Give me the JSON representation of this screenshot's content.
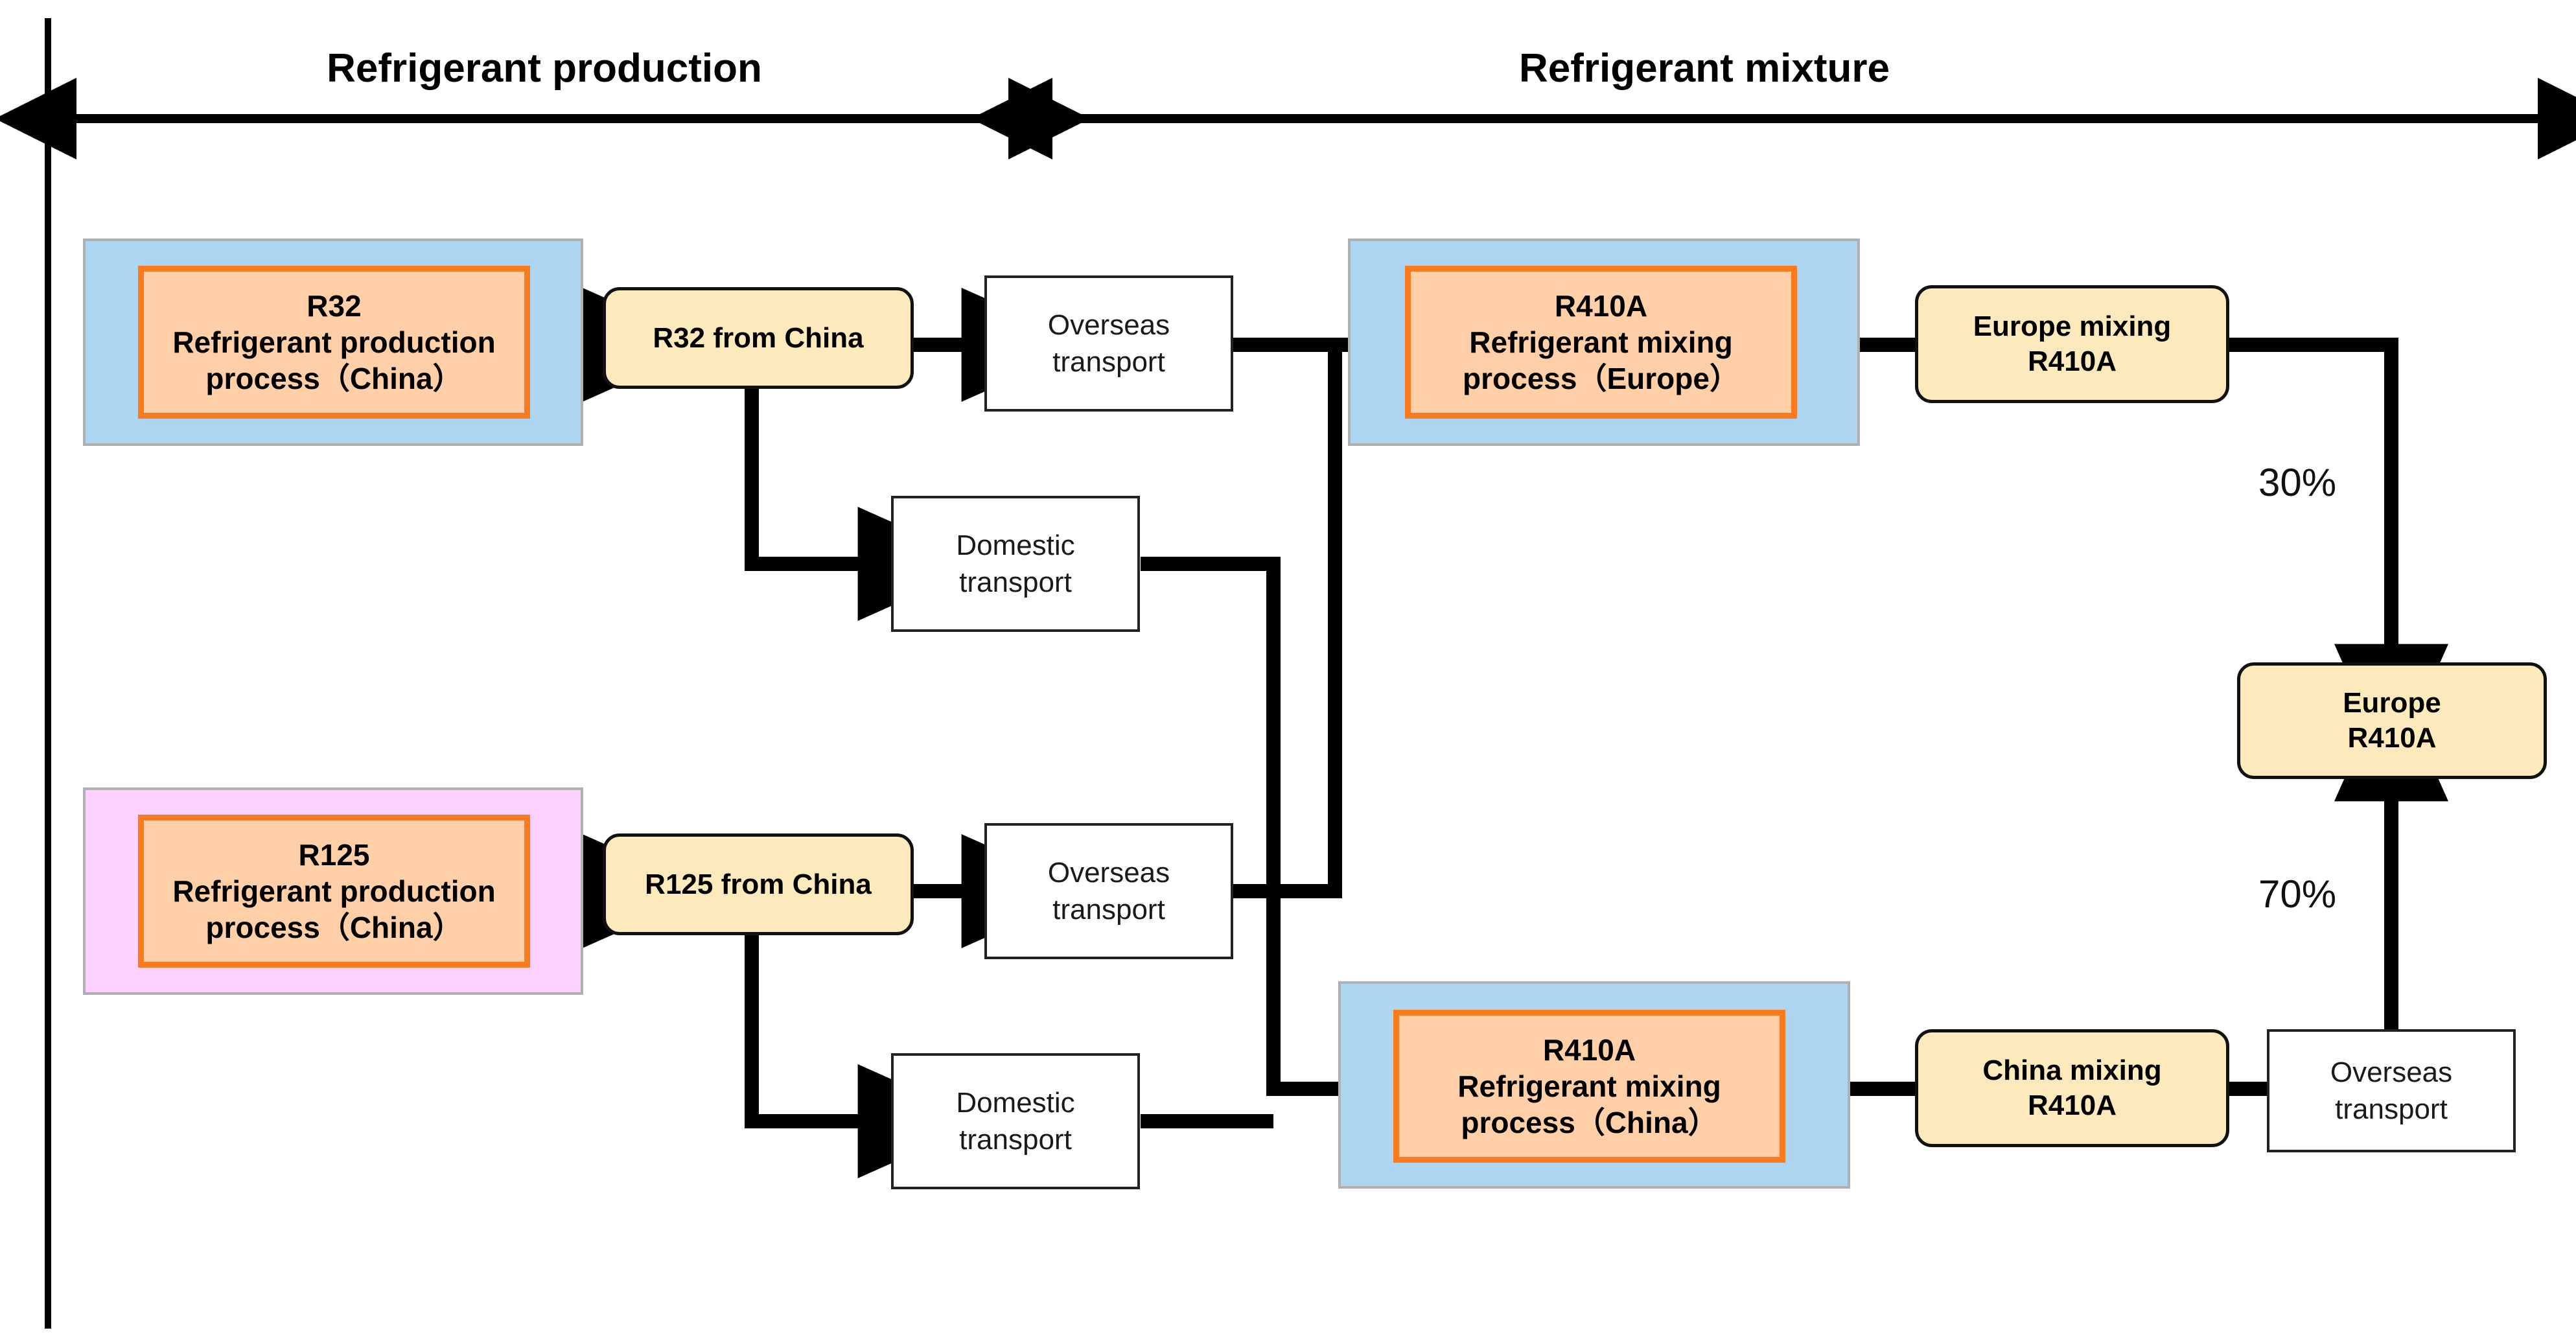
{
  "diagram": {
    "title_left": "Refrigerant production",
    "title_right": "Refrigerant mixture",
    "colors": {
      "panel_blue": "#aed5f2",
      "panel_pink": "#fcd0ff",
      "panel_border": "#b0b0b0",
      "process_fill": "#ffcfa8",
      "process_border": "#fb7a1e",
      "product_fill": "#fce9bc",
      "product_border": "#111111",
      "transport_fill": "#ffffff",
      "transport_border": "#222222",
      "arrow": "#000000"
    },
    "sections": [
      {
        "id": "production",
        "label": "Refrigerant production"
      },
      {
        "id": "mixture",
        "label": "Refrigerant mixture"
      }
    ],
    "nodes": {
      "r32_process": {
        "kind": "process",
        "line1": "R32",
        "line2": "Refrigerant production",
        "line3": "process（China）",
        "panel": "blue"
      },
      "r125_process": {
        "kind": "process",
        "line1": "R125",
        "line2": "Refrigerant production",
        "line3": "process（China）",
        "panel": "pink"
      },
      "r410a_europe_process": {
        "kind": "process",
        "line1": "R410A",
        "line2": "Refrigerant mixing",
        "line3": "process（Europe）",
        "panel": "blue"
      },
      "r410a_china_process": {
        "kind": "process",
        "line1": "R410A",
        "line2": "Refrigerant mixing",
        "line3": "process（China）",
        "panel": "blue"
      },
      "r32_from_china": {
        "kind": "product",
        "line1": "R32 from China"
      },
      "r125_from_china": {
        "kind": "product",
        "line1": "R125 from China"
      },
      "europe_mixing_r410a": {
        "kind": "product",
        "line1": "Europe mixing",
        "line2": "R410A"
      },
      "china_mixing_r410a": {
        "kind": "product",
        "line1": "China mixing",
        "line2": "R410A"
      },
      "europe_r410a": {
        "kind": "product",
        "line1": "Europe",
        "line2": "R410A"
      },
      "overseas_transport_r32": {
        "kind": "transport",
        "line1": "Overseas",
        "line2": "transport"
      },
      "domestic_transport_r32": {
        "kind": "transport",
        "line1": "Domestic",
        "line2": "transport"
      },
      "overseas_transport_r125": {
        "kind": "transport",
        "line1": "Overseas",
        "line2": "transport"
      },
      "domestic_transport_r125": {
        "kind": "transport",
        "line1": "Domestic",
        "line2": "transport"
      },
      "overseas_transport_final": {
        "kind": "transport",
        "line1": "Overseas",
        "line2": "transport"
      }
    },
    "flow_labels": {
      "europe_share": "30%",
      "china_share": "70%"
    }
  },
  "chart_data": {
    "type": "diagram",
    "title": "R410A refrigerant supply-chain flow (production → mixture)",
    "stages": [
      "Refrigerant production",
      "Refrigerant mixture"
    ],
    "nodes": [
      {
        "id": "r32_process",
        "label": "R32 Refrigerant production process（China）",
        "type": "process",
        "region": "China"
      },
      {
        "id": "r125_process",
        "label": "R125 Refrigerant production process（China）",
        "type": "process",
        "region": "China"
      },
      {
        "id": "r32_from_china",
        "label": "R32 from China",
        "type": "product"
      },
      {
        "id": "r125_from_china",
        "label": "R125 from China",
        "type": "product"
      },
      {
        "id": "overseas_transport_r32",
        "label": "Overseas transport",
        "type": "transport"
      },
      {
        "id": "domestic_transport_r32",
        "label": "Domestic transport",
        "type": "transport"
      },
      {
        "id": "overseas_transport_r125",
        "label": "Overseas transport",
        "type": "transport"
      },
      {
        "id": "domestic_transport_r125",
        "label": "Domestic transport",
        "type": "transport"
      },
      {
        "id": "r410a_europe_process",
        "label": "R410A Refrigerant mixing process（Europe）",
        "type": "process",
        "region": "Europe"
      },
      {
        "id": "r410a_china_process",
        "label": "R410A Refrigerant mixing process（China）",
        "type": "process",
        "region": "China"
      },
      {
        "id": "europe_mixing_r410a",
        "label": "Europe mixing R410A",
        "type": "product"
      },
      {
        "id": "china_mixing_r410a",
        "label": "China mixing R410A",
        "type": "product"
      },
      {
        "id": "overseas_transport_final",
        "label": "Overseas transport",
        "type": "transport"
      },
      {
        "id": "europe_r410a",
        "label": "Europe R410A",
        "type": "product"
      }
    ],
    "edges": [
      {
        "from": "r32_process",
        "to": "r32_from_china"
      },
      {
        "from": "r32_from_china",
        "to": "overseas_transport_r32"
      },
      {
        "from": "r32_from_china",
        "to": "domestic_transport_r32"
      },
      {
        "from": "r125_process",
        "to": "r125_from_china"
      },
      {
        "from": "r125_from_china",
        "to": "overseas_transport_r125"
      },
      {
        "from": "r125_from_china",
        "to": "domestic_transport_r125"
      },
      {
        "from": "overseas_transport_r32",
        "to": "r410a_europe_process"
      },
      {
        "from": "overseas_transport_r125",
        "to": "r410a_europe_process"
      },
      {
        "from": "domestic_transport_r32",
        "to": "r410a_china_process"
      },
      {
        "from": "domestic_transport_r125",
        "to": "r410a_china_process"
      },
      {
        "from": "r410a_europe_process",
        "to": "europe_mixing_r410a"
      },
      {
        "from": "r410a_china_process",
        "to": "china_mixing_r410a"
      },
      {
        "from": "europe_mixing_r410a",
        "to": "europe_r410a",
        "label": "30%"
      },
      {
        "from": "china_mixing_r410a",
        "to": "overseas_transport_final"
      },
      {
        "from": "overseas_transport_final",
        "to": "europe_r410a",
        "label": "70%"
      }
    ],
    "shares": {
      "Europe mixing route": 30,
      "China mixing route": 70,
      "units": "%"
    }
  }
}
